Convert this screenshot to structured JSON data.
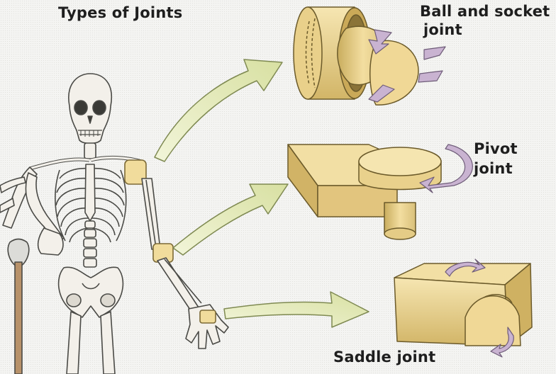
{
  "title": "Types of Joints",
  "joints": [
    {
      "line1": "Ball and socket",
      "line2": "joint"
    },
    {
      "line1": "Pivot",
      "line2": "joint"
    },
    {
      "line1": "Saddle joint"
    }
  ],
  "colors": {
    "bone_fill": "#f3f0ea",
    "bone_stroke": "#4a4a46",
    "joint_fill": "#f1dc9c",
    "joint_shade": "#c7ad5f",
    "arrow_fill": "#e6ecc0",
    "arrow_stroke": "#7f8a52",
    "rotation_arrow": "#c9b3d1",
    "background": "#f4f4f2"
  }
}
